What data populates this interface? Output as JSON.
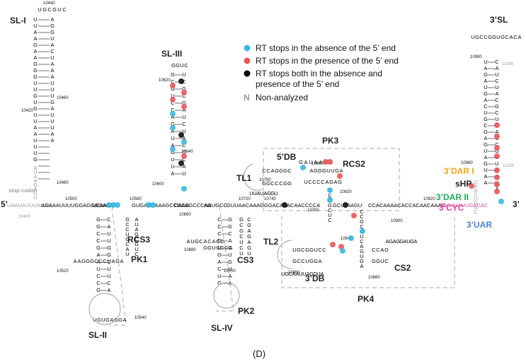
{
  "panel_label": "(D)",
  "legend": [
    {
      "text": "RT stops in the absence of the 5’ end",
      "color": "#39b9e0"
    },
    {
      "text": "RT stops in the presence of the 5’ end",
      "color": "#e8575a"
    },
    {
      "text": "RT stops both in the absence and",
      "color": "#000000"
    },
    {
      "text": "presence of the 5’ end",
      "color": ""
    },
    {
      "text": "Non-analyzed",
      "color": "#9a9a9a",
      "glyph": "N"
    }
  ],
  "colors": {
    "blue": "#39b9e0",
    "red": "#e8575a",
    "black": "#111111",
    "grey": "#9a9a9a",
    "cyc": "#e0439a",
    "darI": "#f0a81c",
    "darII": "#22a85b",
    "uar": "#4a86c8"
  },
  "structures": {
    "sl_i": "SL-I",
    "sl_ii": "SL-II",
    "sl_iii": "SL-III",
    "sl_iv": "SL-IV",
    "sl_3": "3’SL",
    "pk1": "PK1",
    "pk2": "PK2",
    "pk3": "PK3",
    "pk4": "PK4",
    "rcs2": "RCS2",
    "rcs3": "RCS3",
    "cs2": "CS2",
    "cs3": "CS3",
    "tl1": "TL1",
    "tl2": "TL2",
    "db5": "5’DB",
    "db3": "3’DB",
    "dar1": "3’DAR I",
    "shp": "sHP",
    "dar2": "3’DAR II",
    "cyc": "3’CYC",
    "uar": "3’UAR",
    "end5": "5’",
    "end3": "3’",
    "stop_codon": "stop codon"
  },
  "backbone": {
    "grey_start": "UAAUAUUUAUAU",
    "seg1": "AGAAAUUUUGGAGGAGAAA",
    "seg2": "UCAACC",
    "seg3": "GUGAACAAAGCCGCG",
    "seg4": "CAAAGCCCAA",
    "seg5": "AGUGCC",
    "seg6": "GUUAACAAAGGGACAAACAACCCCA",
    "seg7": "GCU",
    "seg8": "AAGU",
    "seg9": "CCACAAAACACCACAACAAAC",
    "seg_cyc": "AGCAUAUUGACAC"
  },
  "positions": {
    "p10400": "10400",
    "p10420": "10420",
    "p10440": "10440",
    "p10460": "10460",
    "p10480": "10480",
    "p10500": "10500",
    "p10520": "10520",
    "p10540": "10540",
    "p10580": "10580",
    "p10600": "10600",
    "p10620": "10620",
    "p10640": "10640",
    "p10660": "10660",
    "p10680": "10680",
    "p10700": "10700",
    "p10720": "10720",
    "p10740": "10740",
    "p10760": "10760",
    "p10780": "10780",
    "p10800": "10800",
    "p10820": "10820",
    "p10840": "10840",
    "p10860": "10860",
    "p10880": "10880",
    "p10900": "10900",
    "p10920": "10920",
    "p10960": "10960",
    "p10980": "10980",
    "p11000": "11000",
    "p11020": "11020"
  },
  "sl1": {
    "loop": "UGCGUC",
    "left": "UUAAGAAGGGUUGUGUUAAUUUG",
    "right": "AGGUACUAAAUUUGAUUUAA",
    "grey_tail": "AUAAGAUU"
  },
  "sl3": {
    "loop": "GGUC",
    "left": "GCGUCCAGAUAGUUA",
    "right": "UCGCGAUCUACGCAU"
  },
  "sl2": {
    "left": "GGCCGAAUCCG",
    "right": "CAUUGGCUUCA",
    "loop": "UGUGAGGA",
    "top": "AAGGGCCCUAGA"
  },
  "rcs3": {
    "left": "GCCUGCAU",
    "right": "AUAGCGUC"
  },
  "sl4": {
    "left": "CCCGUGACUG",
    "right": "GGCACUGUAA",
    "loop": "AUGCACACC",
    "top": "GGUGCCA"
  },
  "cs3": {
    "left": "GCGCUCU",
    "right": "CGAGAGU"
  },
  "db5": {
    "seq1": "CCAGGGC",
    "seq2": "GGCCCGG",
    "loop": "UUAUAGGU"
  },
  "rcs2": {
    "top": "GAUAAGA",
    "seq1": "AGGGUUGA",
    "seq2": "UCCCCAGAG",
    "stem": "UCGGCUC"
  },
  "db3": {
    "seq1": "UGCGGUCC",
    "seq2": "GCCUGGA",
    "loop": "UGCAAUUAGGUA"
  },
  "cs2": {
    "seq1": "CCAG",
    "seq2": "GGUC",
    "loop": "AGAGGAUGA",
    "stem": "CCGCCUCAGUGA"
  },
  "sl3p": {
    "loop": "UGCCGGUGCACA",
    "left": "UAGAUGACUGCGAGUAGUAA",
    "right": "CAUCUACGCUCAUCGUUGGUA",
    "hp": "UAGCUUAC"
  }
}
